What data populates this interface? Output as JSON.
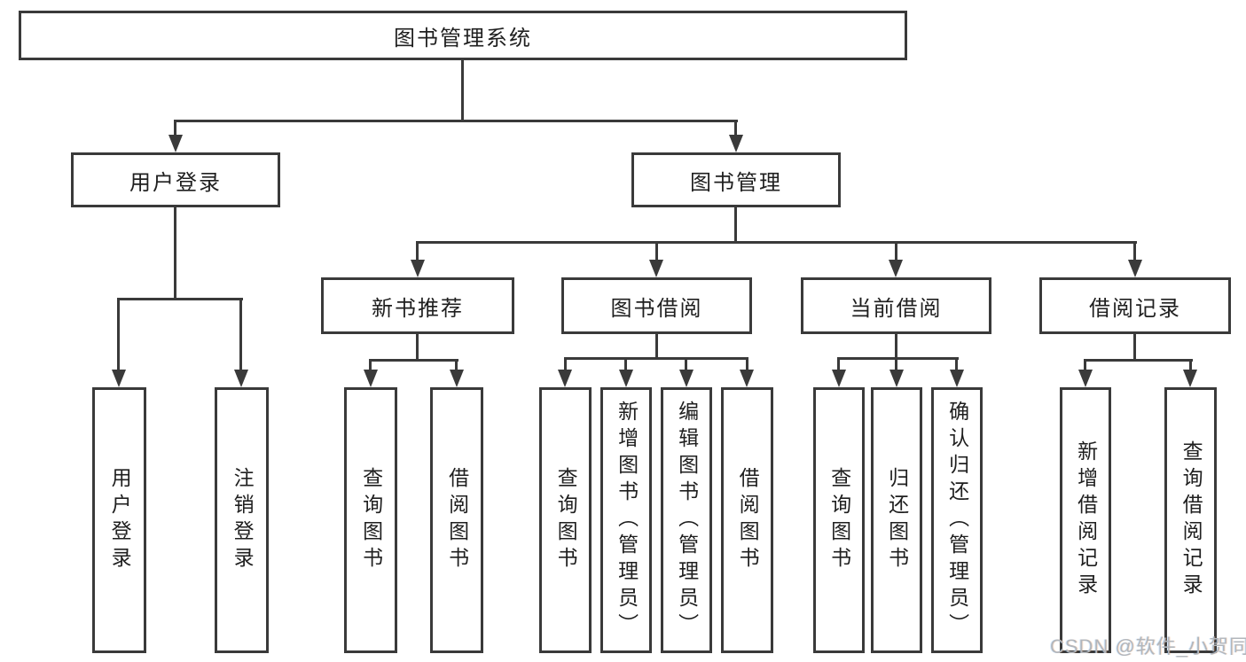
{
  "diagram": {
    "type": "tree",
    "root": {
      "label": "图书管理系统"
    },
    "children": [
      {
        "label": "用户登录",
        "children": [
          {
            "label": "用户登录"
          },
          {
            "label": "注销登录"
          }
        ]
      },
      {
        "label": "图书管理",
        "children": [
          {
            "label": "新书推荐",
            "children": [
              {
                "label": "查询图书"
              },
              {
                "label": "借阅图书"
              }
            ]
          },
          {
            "label": "图书借阅",
            "children": [
              {
                "label": "查询图书"
              },
              {
                "label": "新增图书（管理员）"
              },
              {
                "label": "编辑图书（管理员）"
              },
              {
                "label": "借阅图书"
              }
            ]
          },
          {
            "label": "当前借阅",
            "children": [
              {
                "label": "查询图书"
              },
              {
                "label": "归还图书"
              },
              {
                "label": "确认归还（管理员）"
              }
            ]
          },
          {
            "label": "借阅记录",
            "children": [
              {
                "label": "新增借阅记录"
              },
              {
                "label": "查询借阅记录"
              }
            ]
          }
        ]
      }
    ]
  },
  "watermark": "CSDN @软件_小贺同学",
  "colors": {
    "line": "#3a3a3a",
    "box_border": "#3a3a3a",
    "box_fill": "#ffffff",
    "text": "#1f1f1f",
    "watermark": "#b2b6bb"
  }
}
